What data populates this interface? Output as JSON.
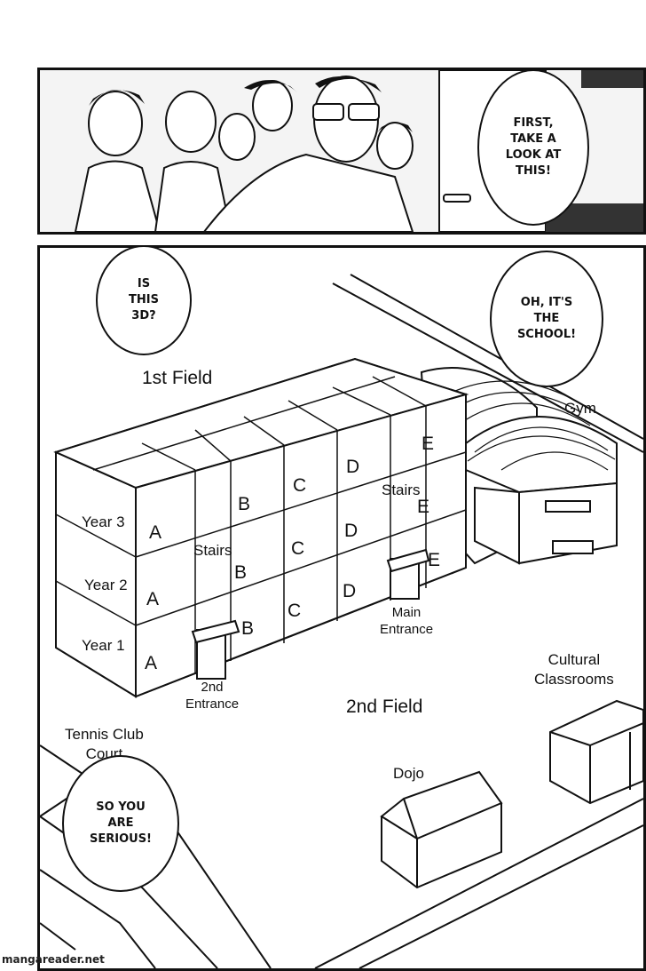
{
  "bubbles": {
    "first_look": [
      "FIRST,",
      "TAKE A",
      "LOOK AT",
      "THIS!"
    ],
    "is_3d": [
      "IS",
      "THIS",
      "3D?"
    ],
    "school": [
      "OH, IT'S",
      "THE",
      "SCHOOL!"
    ],
    "serious": [
      "SO YOU",
      "ARE",
      "SERIOUS!"
    ]
  },
  "map": {
    "first_field": "1st Field",
    "second_field": "2nd Field",
    "gym": "Gym",
    "cultural": [
      "Cultural",
      "Classrooms"
    ],
    "dojo": "Dojo",
    "tennis": [
      "Tennis Club",
      "Court"
    ],
    "stairs": "Stairs",
    "main_entrance": [
      "Main",
      "Entrance"
    ],
    "second_entrance": [
      "2nd",
      "Entrance"
    ],
    "years": [
      "Year 3",
      "Year 2",
      "Year 1"
    ],
    "class_letters": [
      "A",
      "B",
      "C",
      "D",
      "E"
    ]
  },
  "watermark": "mangareader.net"
}
